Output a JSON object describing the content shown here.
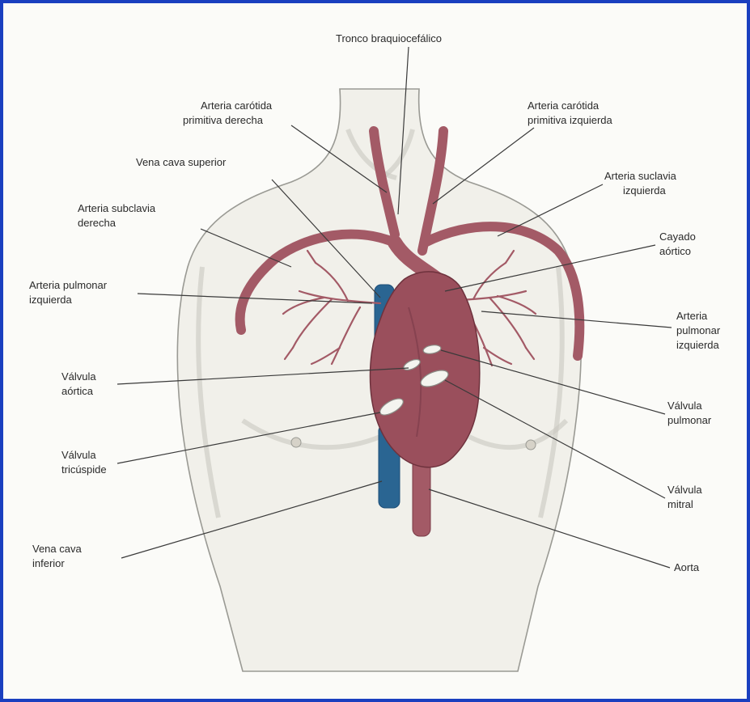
{
  "colors": {
    "frame_border": "#1a3fbf",
    "artery": "#a35a66",
    "heart": "#9a4f5c",
    "vein": "#2a6592",
    "skin": "#f1f0ea"
  },
  "labels": {
    "tronco_braquiocefalico": "Tronco braquiocefálico",
    "carotida_derecha_1": "Arteria carótida",
    "carotida_derecha_2": "primitiva derecha",
    "carotida_izquierda_1": "Arteria carótida",
    "carotida_izquierda_2": "primitiva izquierda",
    "vena_cava_superior": "Vena cava superior",
    "subclavia_izquierda_1": "Arteria suclavia",
    "subclavia_izquierda_2": "izquierda",
    "subclavia_derecha_1": "Arteria subclavia",
    "subclavia_derecha_2": "derecha",
    "cayado_1": "Cayado",
    "cayado_2": "aórtico",
    "pulmonar_izq_left_1": "Arteria pulmonar",
    "pulmonar_izq_left_2": "izquierda",
    "pulmonar_izq_right_1": "Arteria",
    "pulmonar_izq_right_2": "pulmonar",
    "pulmonar_izq_right_3": "izquierda",
    "valvula_aortica_1": "Válvula",
    "valvula_aortica_2": "aórtica",
    "valvula_pulmonar_1": "Válvula",
    "valvula_pulmonar_2": "pulmonar",
    "valvula_tricuspide_1": "Válvula",
    "valvula_tricuspide_2": "tricúspide",
    "valvula_mitral_1": "Válvula",
    "valvula_mitral_2": "mitral",
    "vena_cava_inferior_1": "Vena cava",
    "vena_cava_inferior_2": "inferior",
    "aorta": "Aorta"
  }
}
